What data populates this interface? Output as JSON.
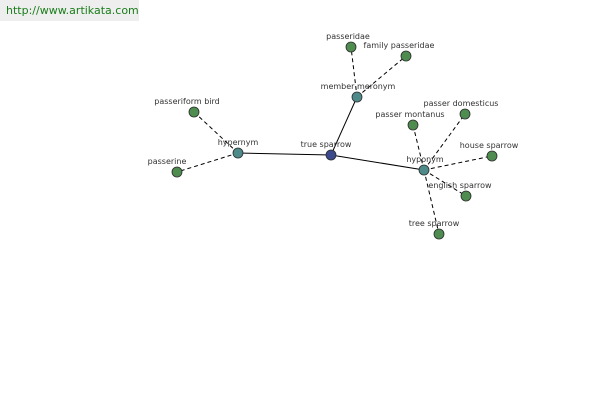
{
  "source_url": "http://www.artikata.com",
  "colors": {
    "center_node": "#3b4a8c",
    "relation_node": "#4f8a8b",
    "word_node": "#4f8c4f",
    "node_stroke": "#2b2b2b",
    "edge": "#000000"
  },
  "graph": {
    "nodes": [
      {
        "id": "true_sparrow",
        "label": "true sparrow",
        "kind": "center"
      },
      {
        "id": "hypernym",
        "label": "hypernym",
        "kind": "relation"
      },
      {
        "id": "member_meronym",
        "label": "member meronym",
        "kind": "relation"
      },
      {
        "id": "hyponym",
        "label": "hyponym",
        "kind": "relation"
      },
      {
        "id": "passeriform_bird",
        "label": "passeriform bird",
        "kind": "word"
      },
      {
        "id": "passerine",
        "label": "passerine",
        "kind": "word"
      },
      {
        "id": "passeridae",
        "label": "passeridae",
        "kind": "word"
      },
      {
        "id": "family_passeridae",
        "label": "family passeridae",
        "kind": "word"
      },
      {
        "id": "passer_domesticus",
        "label": "passer domesticus",
        "kind": "word"
      },
      {
        "id": "passer_montanus",
        "label": "passer montanus",
        "kind": "word"
      },
      {
        "id": "house_sparrow",
        "label": "house sparrow",
        "kind": "word"
      },
      {
        "id": "english_sparrow",
        "label": "english sparrow",
        "kind": "word"
      },
      {
        "id": "tree_sparrow",
        "label": "tree sparrow",
        "kind": "word"
      }
    ],
    "edges": [
      {
        "from": "true_sparrow",
        "to": "hypernym",
        "style": "solid"
      },
      {
        "from": "true_sparrow",
        "to": "member_meronym",
        "style": "solid"
      },
      {
        "from": "true_sparrow",
        "to": "hyponym",
        "style": "solid"
      },
      {
        "from": "hypernym",
        "to": "passeriform_bird",
        "style": "dashed"
      },
      {
        "from": "hypernym",
        "to": "passerine",
        "style": "dashed"
      },
      {
        "from": "member_meronym",
        "to": "passeridae",
        "style": "dashed"
      },
      {
        "from": "member_meronym",
        "to": "family_passeridae",
        "style": "dashed"
      },
      {
        "from": "hyponym",
        "to": "passer_domesticus",
        "style": "dashed"
      },
      {
        "from": "hyponym",
        "to": "passer_montanus",
        "style": "dashed"
      },
      {
        "from": "hyponym",
        "to": "house_sparrow",
        "style": "dashed"
      },
      {
        "from": "hyponym",
        "to": "english_sparrow",
        "style": "dashed"
      },
      {
        "from": "hyponym",
        "to": "tree_sparrow",
        "style": "dashed"
      }
    ]
  }
}
